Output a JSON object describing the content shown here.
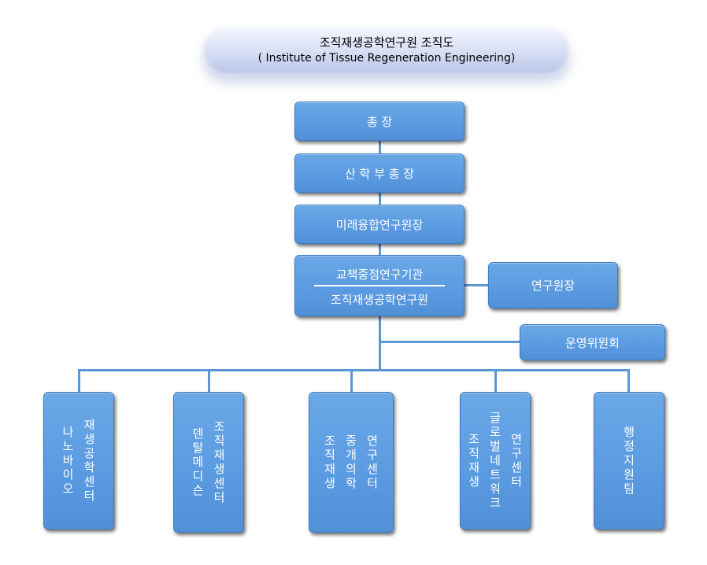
{
  "title": {
    "korean": "조직재생공학연구원 조직도",
    "english": "( Institute of Tissue Regeneration Engineering)"
  },
  "chain": {
    "president": "총 장",
    "vp_industry": "산 학 부 총 장",
    "future_dean": "미래융합연구원장",
    "institute_top": "교책중점연구기관",
    "institute_bottom": "조직재생공학연구원"
  },
  "side": {
    "director": "연구원장",
    "committee": "운영위원회"
  },
  "centers": [
    {
      "lines": [
        "재생공학센터",
        "나노바이오"
      ]
    },
    {
      "lines": [
        "조직재생센터",
        "덴탈메디슨"
      ]
    },
    {
      "lines": [
        "연구센터",
        "중개의학",
        "조직재생"
      ]
    },
    {
      "lines": [
        "연구센터",
        "글로벌네트워크",
        "조직재생"
      ]
    },
    {
      "lines": [
        "행정지원팀"
      ]
    }
  ],
  "colors": {
    "box": "#5b9bdf",
    "line": "#5b97d6",
    "text": "#ffffff"
  }
}
